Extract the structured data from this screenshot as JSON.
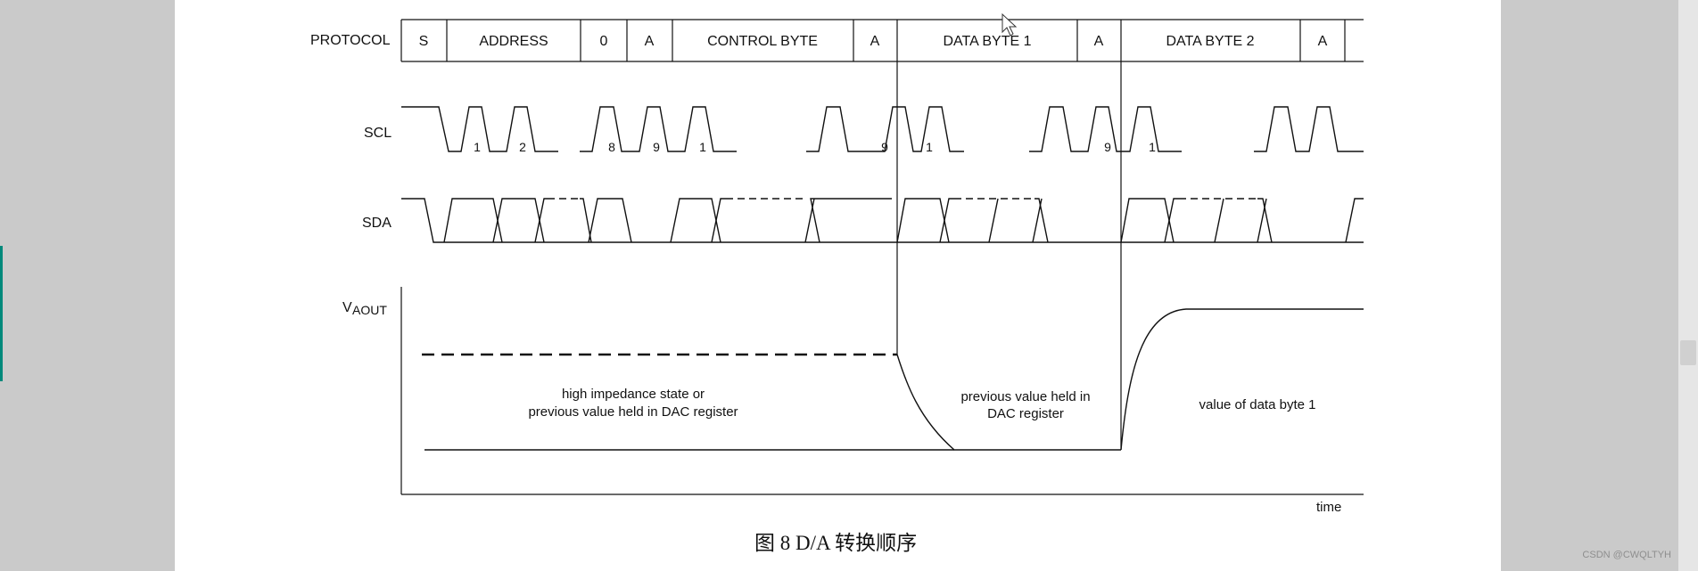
{
  "rows": {
    "protocol": "PROTOCOL",
    "scl": "SCL",
    "sda": "SDA",
    "vaout_main": "V",
    "vaout_sub": "AOUT"
  },
  "protocol_cells": [
    "S",
    "ADDRESS",
    "0",
    "A",
    "CONTROL BYTE",
    "A",
    "DATA BYTE 1",
    "A",
    "DATA BYTE 2",
    "A"
  ],
  "scl_pulse_numbers": [
    "1",
    "2",
    "8",
    "9",
    "1",
    "9",
    "1",
    "9",
    "1"
  ],
  "annotations": {
    "region1_line1": "high impedance state or",
    "region1_line2": "previous value held in DAC register",
    "region2_line1": "previous value held in",
    "region2_line2": "DAC register",
    "region3": "value of data byte 1"
  },
  "axis": {
    "time": "time"
  },
  "caption": "图 8 D/A 转换顺序",
  "watermark": "CSDN @CWQLTYH"
}
